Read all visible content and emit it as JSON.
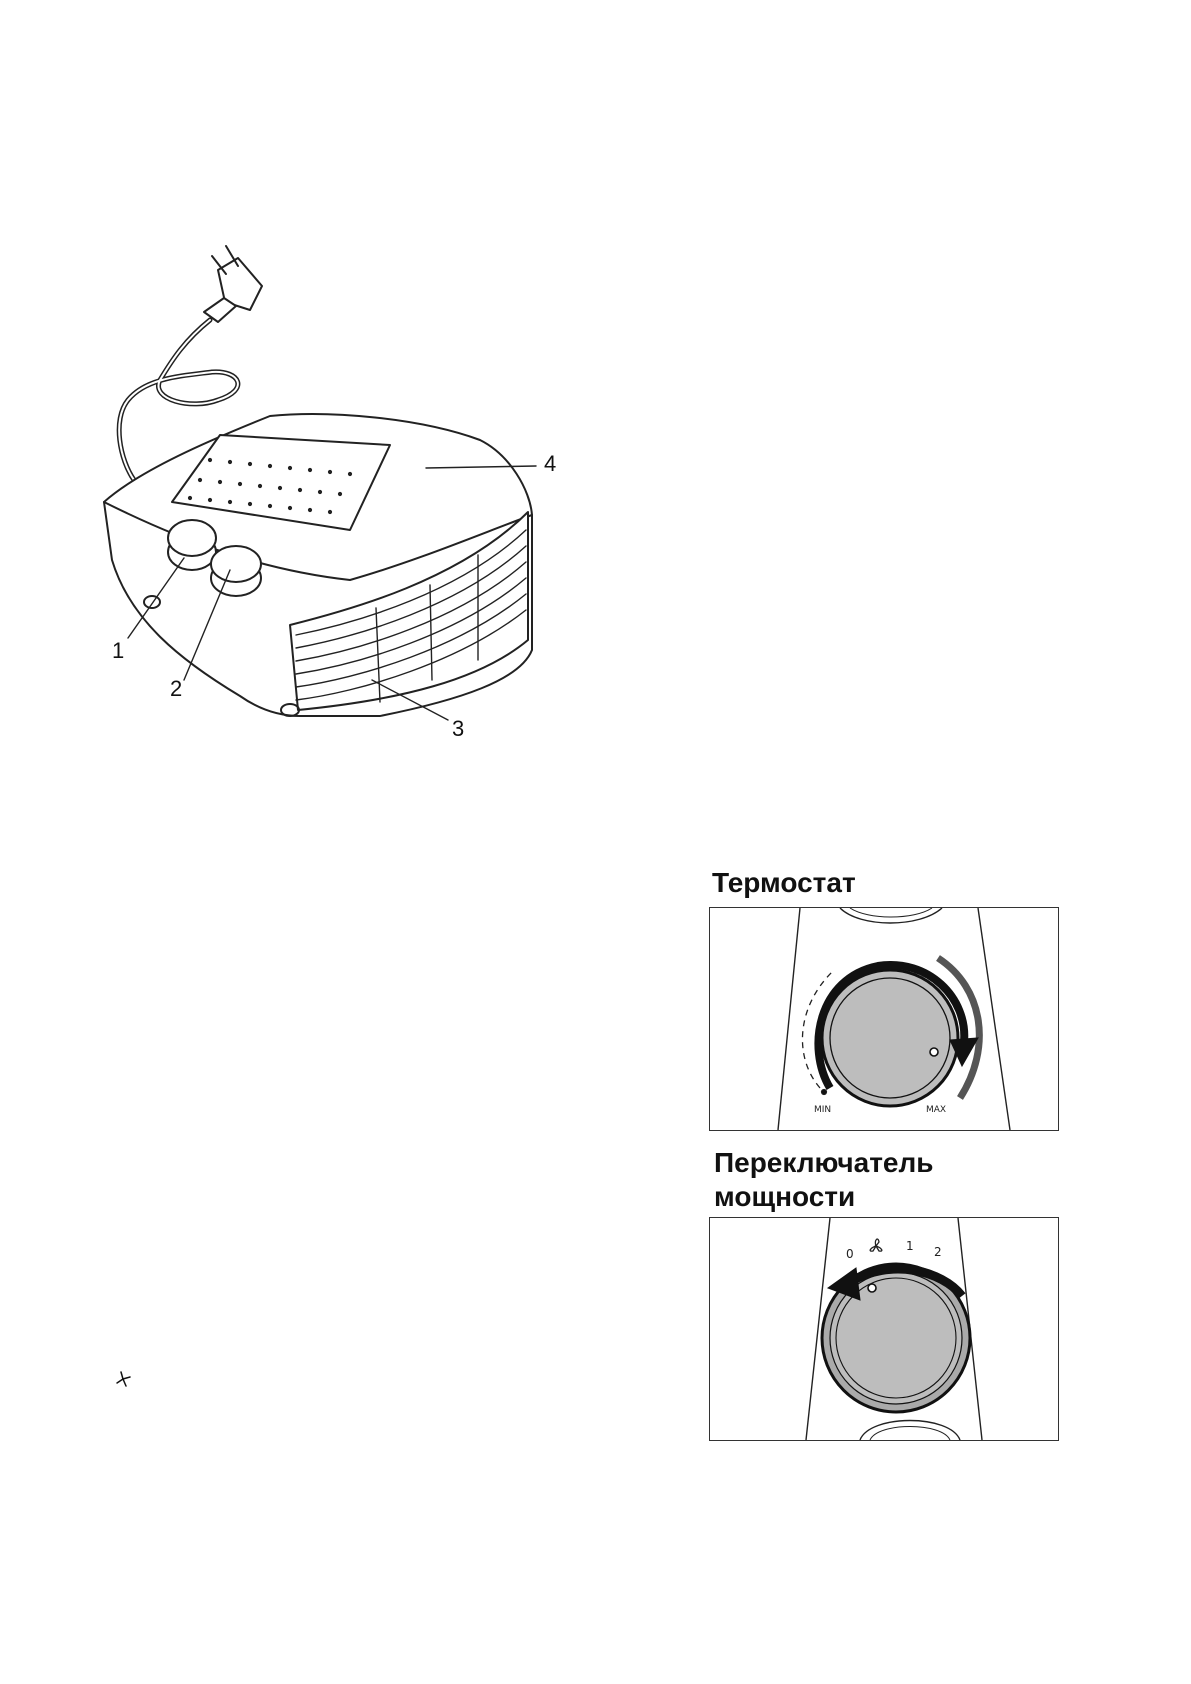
{
  "figure": {
    "callouts": [
      "1",
      "2",
      "3",
      "4"
    ]
  },
  "thermostat": {
    "heading": "Термостат",
    "min_label": "MIN",
    "max_label": "MAX"
  },
  "power_switch": {
    "heading_line1": "Переключатель",
    "heading_line2": "мощности",
    "positions": [
      "0",
      "1",
      "2"
    ],
    "fan_symbol": "fan-icon"
  },
  "footnote_icon": "fan-icon"
}
